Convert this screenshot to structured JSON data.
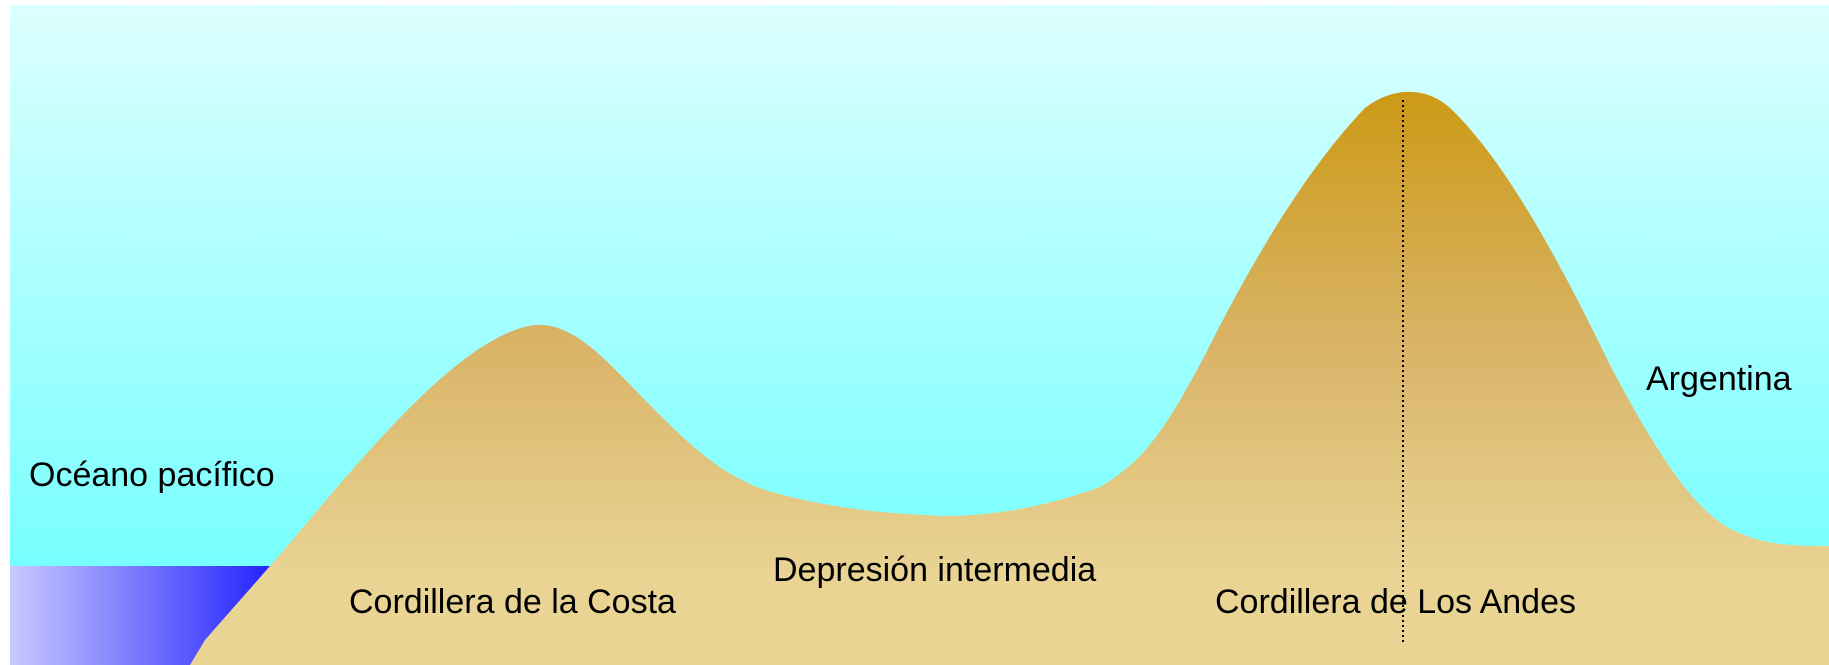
{
  "labels": {
    "ocean": "Océano pacífico",
    "argentina": "Argentina",
    "coastal_range": "Cordillera de la Costa",
    "central_depression": "Depresión intermedia",
    "andes": "Cordillera de Los Andes"
  },
  "colors": {
    "sky_top": "#ddffff",
    "sky_bottom": "#66ffff",
    "land_top": "#cc9914",
    "land_mid": "#d9b468",
    "land_bottom": "#e9d494",
    "ocean_light": "#c9c9ff",
    "ocean_dark": "#1a1aff",
    "border_line": "#000000"
  }
}
